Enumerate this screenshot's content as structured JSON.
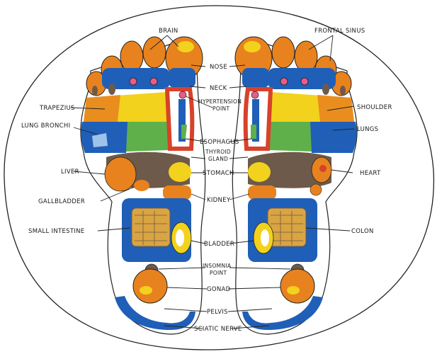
{
  "colors": {
    "orange": "#e8821e",
    "blue": "#1f5fb8",
    "yellow": "#f2d21c",
    "green": "#5fb04a",
    "red": "#d8412a",
    "brown": "#6e5a4a",
    "tan": "#d9a441"
  },
  "labels": {
    "brain": "BRAIN",
    "frontal_sinus": "FRONTAL SINUS",
    "nose": "NOSE",
    "neck": "NECK",
    "hypertension_1": "HYPERTENSION",
    "hypertension_2": "POINT",
    "trapezius": "TRAPEZIUS",
    "shoulder": "SHOULDER",
    "lung_bronchi": "LUNG BRONCHI",
    "lungs": "LUNGS",
    "esophagus": "ESOPHAGUS",
    "thyroid_1": "THYROID",
    "thyroid_2": "GLAND",
    "liver": "LIVER",
    "stomach": "STOMACH",
    "heart": "HEART",
    "gallbladder": "GALLBLADDER",
    "kidney": "KIDNEY",
    "small_intestine": "SMALL INTESTINE",
    "colon": "COLON",
    "bladder": "BLADDER",
    "insomnia_1": "INSOMNIA",
    "insomnia_2": "POINT",
    "gonad": "GONAD",
    "pelvis": "PELVIS",
    "sciatic_nerve": "SCIATIC NERVE"
  }
}
